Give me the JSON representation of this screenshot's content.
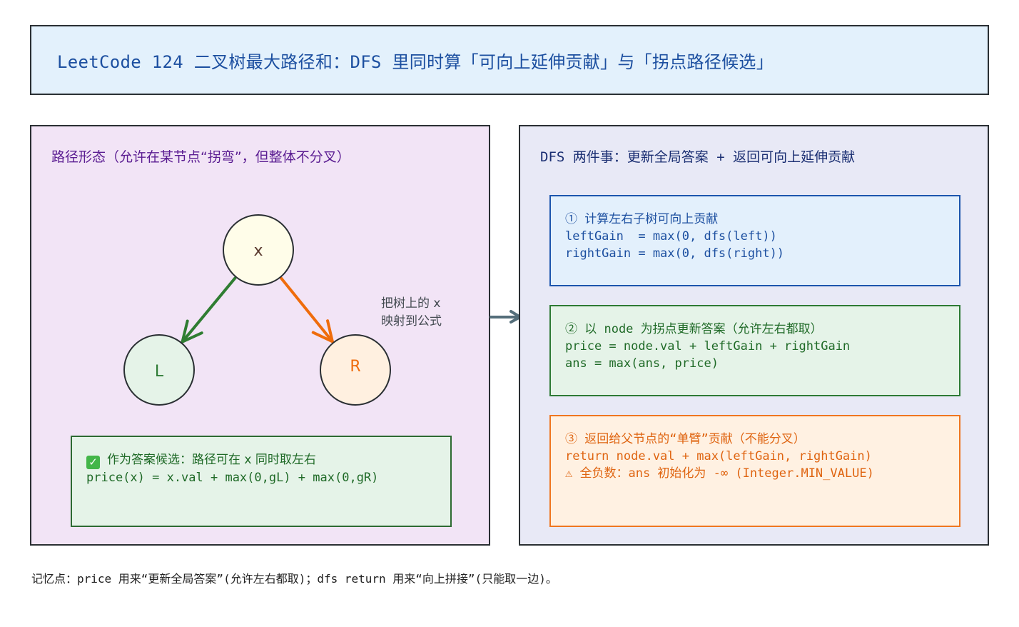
{
  "header": {
    "title": "LeetCode 124 二叉树最大路径和：DFS 里同时算「可向上延伸贡献」与「拐点路径候选」"
  },
  "left_panel": {
    "title": "路径形态（允许在某节点“拐弯”，但整体不分叉）",
    "tree": {
      "nodes": [
        {
          "id": "x",
          "label": "x",
          "fill": "#fffde9",
          "text_color": "#5b3a2e"
        },
        {
          "id": "L",
          "label": "L",
          "fill": "#e5f3e8",
          "text_color": "#2d7a34"
        },
        {
          "id": "R",
          "label": "R",
          "fill": "#fff0e0",
          "text_color": "#ef6c0c"
        }
      ],
      "edges": [
        {
          "from": "x",
          "to": "L",
          "color": "#2f7d32"
        },
        {
          "from": "x",
          "to": "R",
          "color": "#ef6c0c"
        }
      ]
    },
    "map_note": [
      "把树上的 x",
      "映射到公式"
    ],
    "answer_card": {
      "icon": "check-mark-icon",
      "icon_glyph": "✓",
      "heading": "作为答案候选：路径可在 x 同时取左右",
      "formula": "price(x) = x.val + max(0,gL) + max(0,gR)"
    }
  },
  "right_panel": {
    "title": "DFS 两件事：更新全局答案 + 返回可向上延伸贡献",
    "steps": [
      {
        "lines": [
          "① 计算左右子树可向上贡献",
          "leftGain  = max(0, dfs(left))",
          "rightGain = max(0, dfs(right))"
        ],
        "color": "#1c4fa0"
      },
      {
        "lines": [
          "② 以 node 为拐点更新答案（允许左右都取）",
          "price = node.val + leftGain + rightGain",
          "ans = max(ans, price)"
        ],
        "color": "#1f6a27"
      },
      {
        "lines": [
          "③ 返回给父节点的“单臂”贡献（不能分叉）",
          "return node.val + max(leftGain, rightGain)",
          "⚠ 全负数：ans 初始化为 -∞ (Integer.MIN_VALUE)"
        ],
        "color": "#df6410"
      }
    ]
  },
  "footer": {
    "note": "记忆点：price 用来“更新全局答案”(允许左右都取)；dfs return 用来“向上拼接”(只能取一边)。"
  },
  "colors": {
    "connector": "#546e7a"
  }
}
